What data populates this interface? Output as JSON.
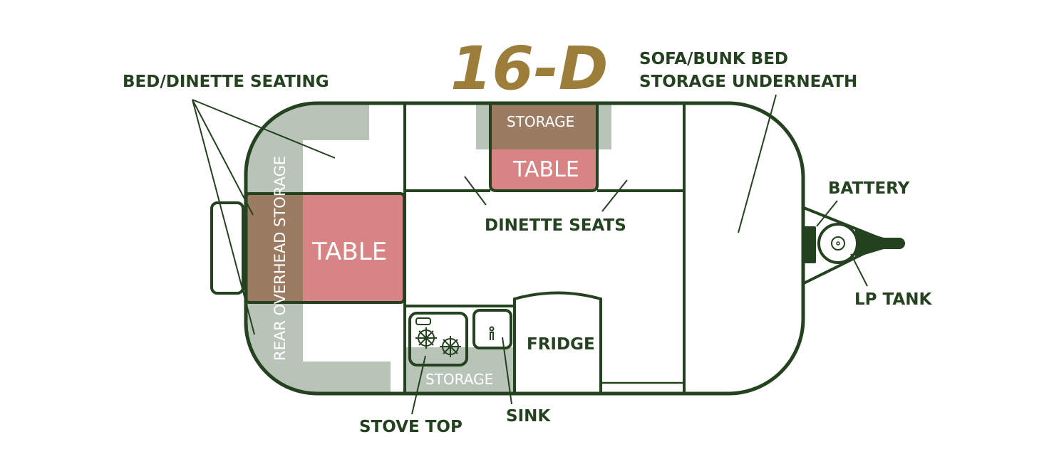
{
  "title": "16-D",
  "labels": {
    "bed_dinette": "BED/DINETTE SEATING",
    "sofa_line1": "SOFA/BUNK BED",
    "sofa_line2": "STORAGE UNDERNEATH",
    "battery": "BATTERY",
    "lp_tank": "LP TANK",
    "dinette_seats": "DINETTE SEATS",
    "stove_top": "STOVE TOP",
    "sink": "SINK"
  },
  "interior": {
    "rear_storage": "REAR OVERHEAD STORAGE",
    "rear_table": "TABLE",
    "front_storage": "STORAGE",
    "front_table": "TABLE",
    "fridge": "FRIDGE",
    "kitchen_storage": "STORAGE"
  },
  "colors": {
    "outline": "#24421f",
    "title": "#9c7d3a",
    "storage_gray": "#b9c4b9",
    "storage_brown": "#9c7b63",
    "table_pink": "#d98484"
  }
}
